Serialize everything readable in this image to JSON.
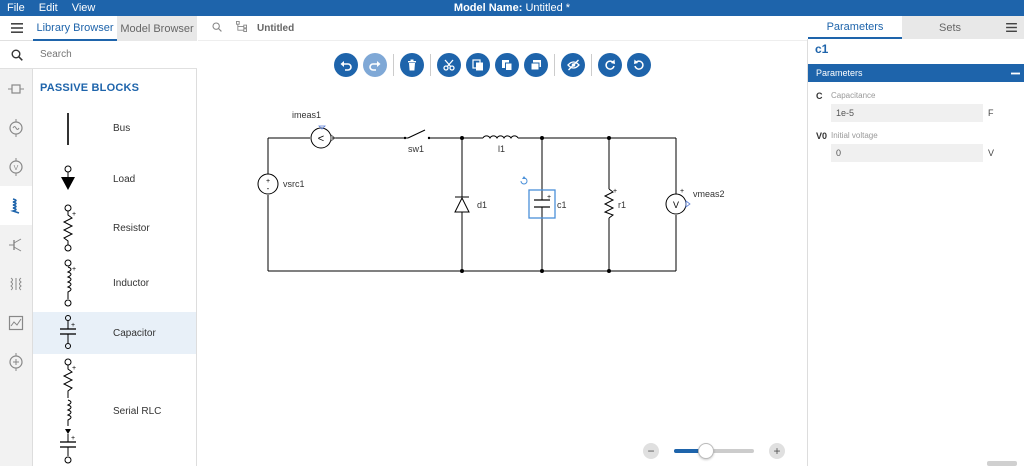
{
  "menu": {
    "items": [
      "File",
      "Edit",
      "View"
    ],
    "model_name_label": "Model Name:",
    "model_name_value": "Untitled *"
  },
  "library": {
    "tabs": [
      "Library Browser",
      "Model Browser"
    ],
    "search_placeholder": "Search",
    "header": "PASSIVE BLOCKS",
    "items": [
      "Bus",
      "Load",
      "Resistor",
      "Inductor",
      "Capacitor",
      "Serial RLC"
    ],
    "selected_item": "Capacitor"
  },
  "canvas": {
    "title": "Untitled",
    "zoom_level": 0.4
  },
  "schematic": {
    "labels": {
      "imeas": "imeas1",
      "vsrc": "vsrc1",
      "sw": "sw1",
      "l": "l1",
      "d": "d1",
      "c": "c1",
      "r": "r1",
      "vmeas": "vmeas2"
    }
  },
  "parameters_panel": {
    "tabs": [
      "Parameters",
      "Sets"
    ],
    "component": "c1",
    "section_title": "Parameters",
    "params": [
      {
        "key": "C",
        "desc": "Capacitance",
        "value": "1e-5",
        "unit": "F"
      },
      {
        "key": "V0",
        "desc": "Initial voltage",
        "value": "0",
        "unit": "V"
      }
    ]
  },
  "colors": {
    "accent": "#1e64ab",
    "accent_disabled": "#7fa8d6",
    "selection": "#4a90d9"
  },
  "icons": [
    "menu-icon",
    "search-icon",
    "undo-icon",
    "redo-icon",
    "delete-icon",
    "cut-icon",
    "copy-icon",
    "paste-icon",
    "duplicate-icon",
    "hide-icon",
    "rotate-cw-icon",
    "rotate-ccw-icon"
  ]
}
